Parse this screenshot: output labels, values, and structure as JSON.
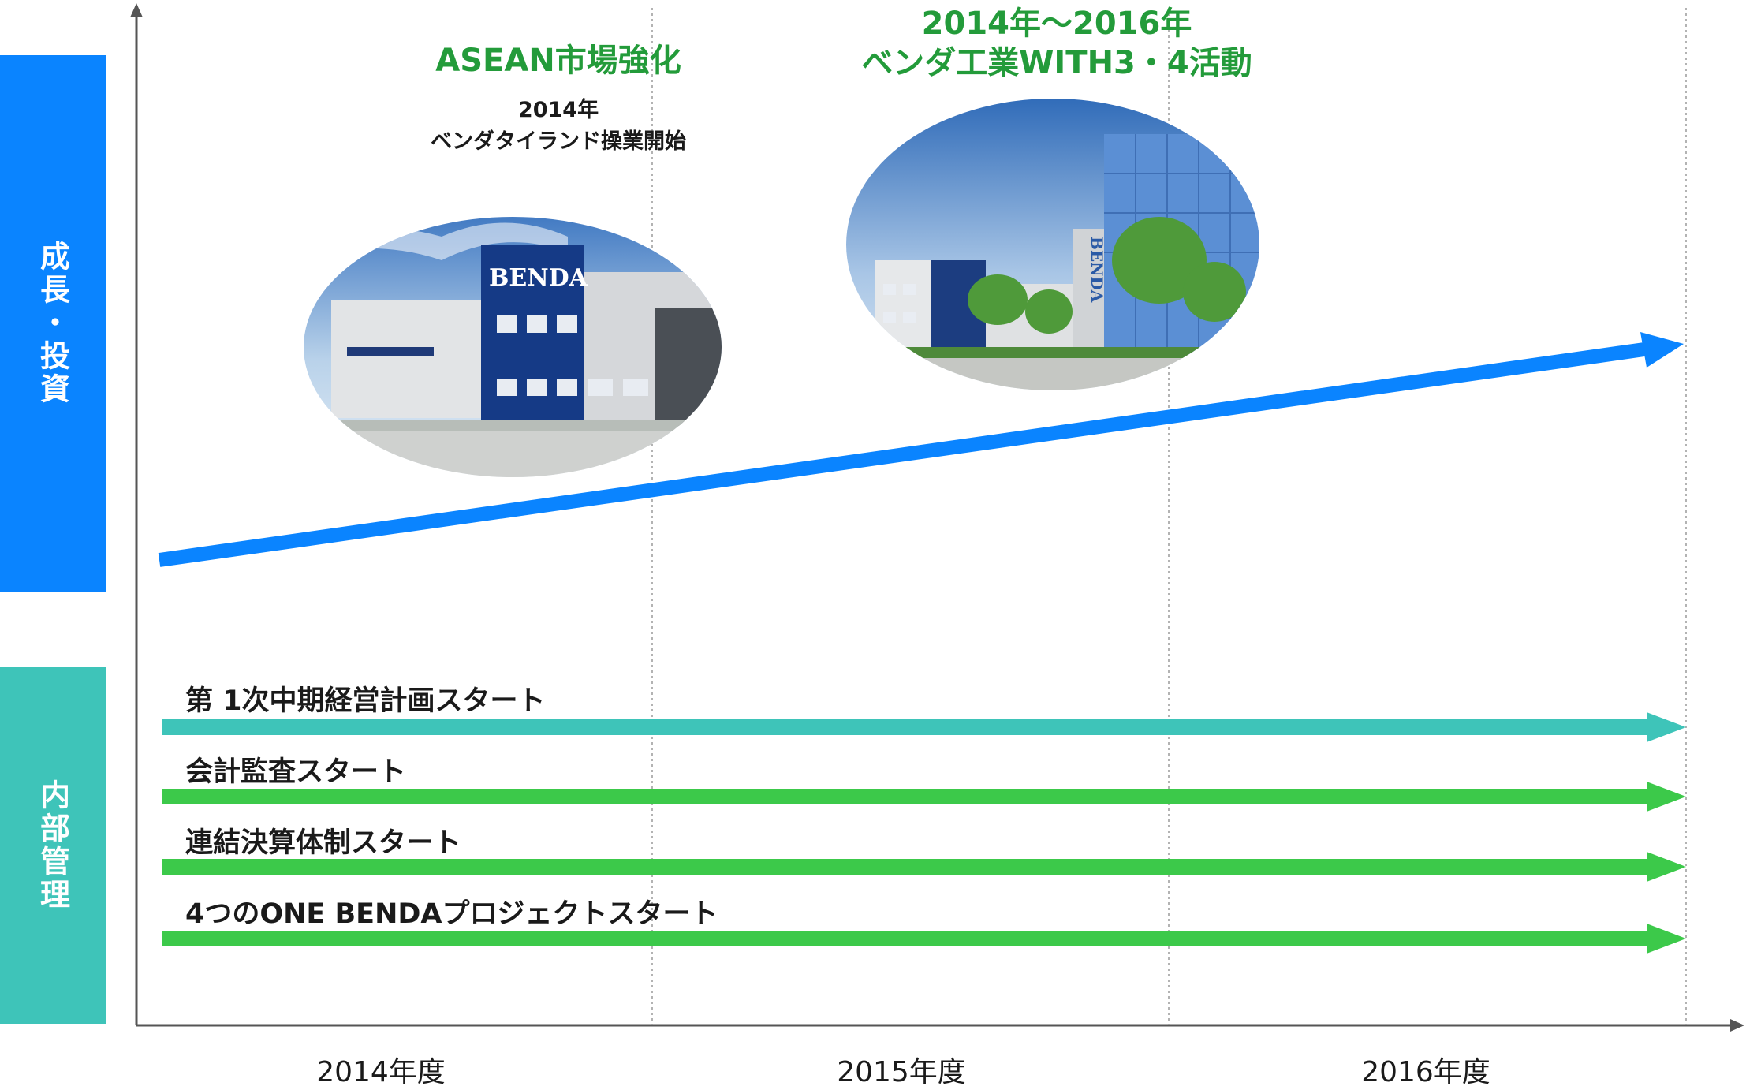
{
  "side_labels": {
    "growth": "成長・投資",
    "internal": "内部管理"
  },
  "colors": {
    "growth_blue": "#0a84ff",
    "internal_teal": "#3ec4b9",
    "green": "#3cc94a",
    "title_green": "#239b3a"
  },
  "headings": {
    "asean_title": "ASEAN市場強化",
    "asean_sub_year": "2014年",
    "asean_sub_text": "ベンダタイランド操業開始",
    "with_title_line1": "2014年～2016年",
    "with_title_line2": "ベンダ工業WITH3・4活動"
  },
  "photos": {
    "thailand_sign": "BENDA",
    "japan_sign": "BENDA"
  },
  "bars": [
    {
      "label": "第 1次中期経営計画スタート",
      "color": "teal"
    },
    {
      "label": "会計監査スタート",
      "color": "green"
    },
    {
      "label": "連結決算体制スタート",
      "color": "green"
    },
    {
      "label": "4つのONE BENDAプロジェクトスタート",
      "color": "green"
    }
  ],
  "x_axis": {
    "ticks": [
      "2014年度",
      "2015年度",
      "2016年度"
    ]
  }
}
